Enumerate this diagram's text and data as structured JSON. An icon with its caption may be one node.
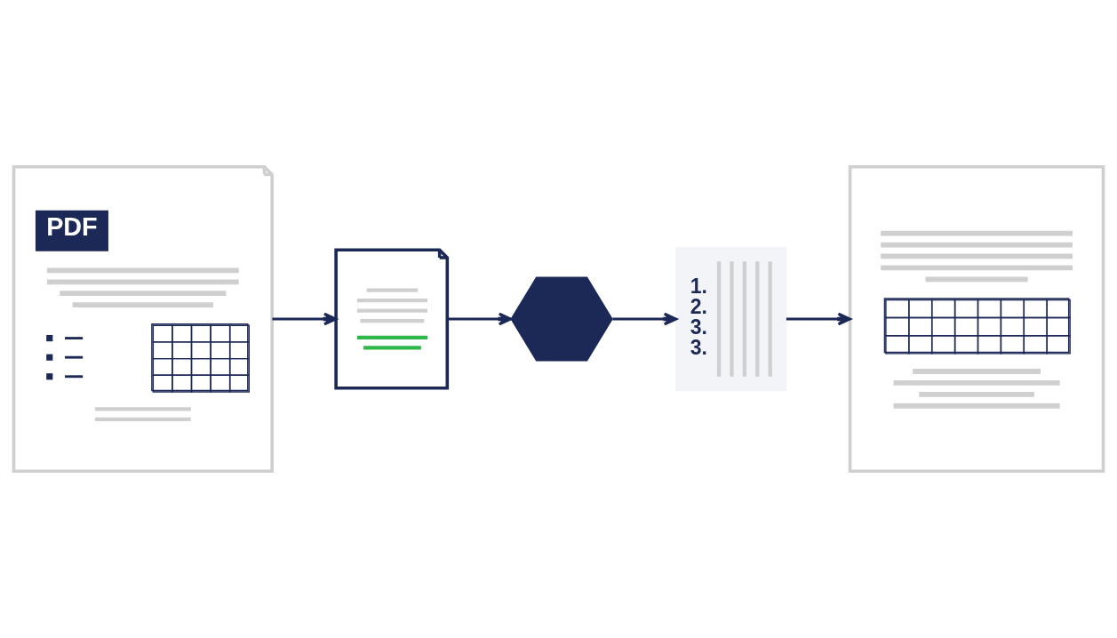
{
  "diagram": {
    "nodes": [
      {
        "text": [
          "PDF"
        ]
      },
      {
        "text": [],
        "shape": "picture"
      },
      {
        "text": [],
        "shape": "hexagon"
      },
      {
        "text": [
          "1.",
          "2.",
          "3.",
          "3."
        ]
      },
      {
        "text": [],
        "shape": "box"
      }
    ],
    "edges": [
      {
        "from": 0,
        "to": 1,
        "arrow": "to"
      },
      {
        "from": 1,
        "to": 2,
        "arrow": "to"
      },
      {
        "from": 2,
        "to": 3,
        "arrow": "to"
      },
      {
        "from": 3,
        "to": 4,
        "arrow": "to"
      }
    ]
  }
}
